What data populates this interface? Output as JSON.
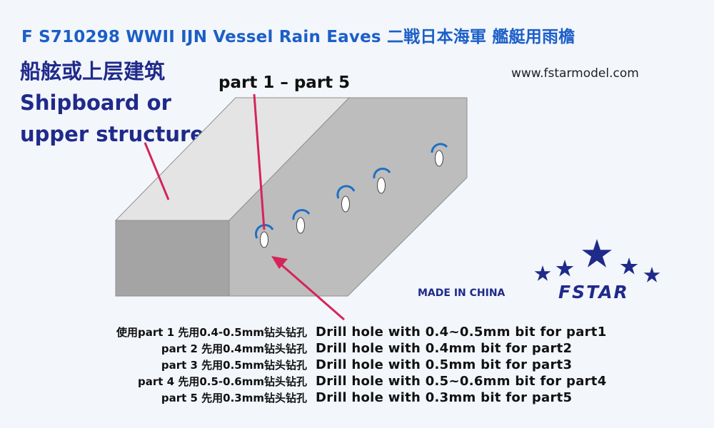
{
  "header": {
    "title": "F S710298 WWII IJN Vessel Rain Eaves 二戦日本海軍 艦艇用雨檐",
    "website": "www.fstarmodel.com"
  },
  "diagram": {
    "target_label_cn": "船舷或上层建筑",
    "target_label_en_line1": "Shipboard or",
    "target_label_en_line2": "upper structure",
    "parts_label": "part 1 – part 5",
    "made_in": "MADE IN CHINA",
    "brand": "FSTAR"
  },
  "instructions": [
    {
      "cn": "使用part 1 先用0.4-0.5mm钻头钻孔",
      "en": "Drill hole with 0.4~0.5mm bit for part1"
    },
    {
      "cn": "part 2 先用0.4mm钻头钻孔",
      "en": "Drill hole with 0.4mm bit for part2"
    },
    {
      "cn": "part 3 先用0.5mm钻头钻孔",
      "en": "Drill hole with 0.5mm bit for part3"
    },
    {
      "cn": "part 4 先用0.5-0.6mm钻头钻孔",
      "en": "Drill hole with 0.5~0.6mm bit for part4"
    },
    {
      "cn": "part 5 先用0.3mm钻头钻孔",
      "en": "Drill hole with 0.3mm bit for part5"
    }
  ],
  "colors": {
    "title_blue": "#1b5fc8",
    "navy": "#1f2a8a",
    "arrow_red": "#d6245a",
    "eave_blue": "#1f6fc4",
    "block_gray": "#b9b9b9"
  }
}
